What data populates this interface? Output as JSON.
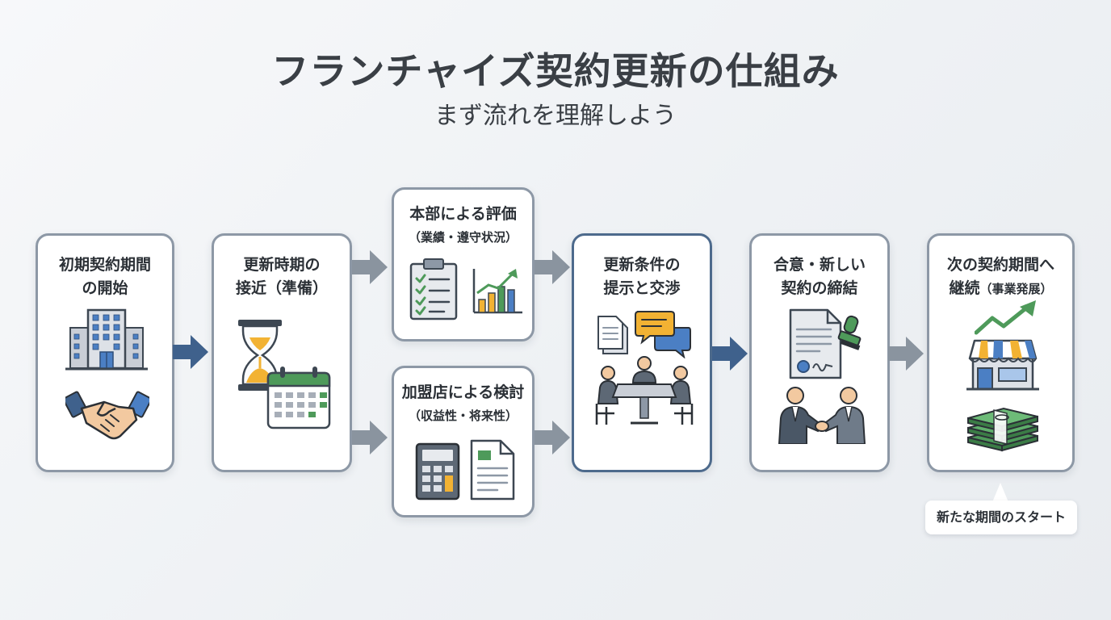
{
  "title": "フランチャイズ契約更新の仕組み",
  "subtitle": "まず流れを理解しよう",
  "steps": [
    {
      "line1": "初期契約期間",
      "line2": "の開始",
      "icons": [
        "office-building-icon",
        "handshake-icon"
      ]
    },
    {
      "line1": "更新時期の",
      "line2": "接近（準備）",
      "icons": [
        "hourglass-icon",
        "calendar-icon"
      ]
    },
    {
      "line1": "本部による評価",
      "line2": "（業績・遵守状況）",
      "icons": [
        "clipboard-checklist-icon",
        "growth-chart-icon"
      ]
    },
    {
      "line1": "加盟店による検討",
      "line2": "（収益性・将来性）",
      "icons": [
        "calculator-icon",
        "document-icon"
      ]
    },
    {
      "line1": "更新条件の",
      "line2": "提示と交渉",
      "icons": [
        "documents-icon",
        "chat-bubbles-icon",
        "meeting-table-icon"
      ]
    },
    {
      "line1": "合意・新しい",
      "line2": "契約の締結",
      "icons": [
        "stamped-contract-icon",
        "business-handshake-icon"
      ]
    },
    {
      "line1": "次の契約期間へ",
      "line2_main": "継続",
      "line2_sub": "（事業発展）",
      "icons": [
        "growth-arrow-icon",
        "storefront-icon",
        "cash-stack-icon"
      ]
    }
  ],
  "callout": "新たな期間のスタート",
  "colors": {
    "border_gray": "#8d98a6",
    "border_blue": "#4d6a8c",
    "arrow_blue": "#3f618c",
    "arrow_gray": "#8a949f",
    "accent_green": "#4e9a5a",
    "accent_yellow": "#f2b233",
    "accent_blue": "#4b7fc4"
  }
}
